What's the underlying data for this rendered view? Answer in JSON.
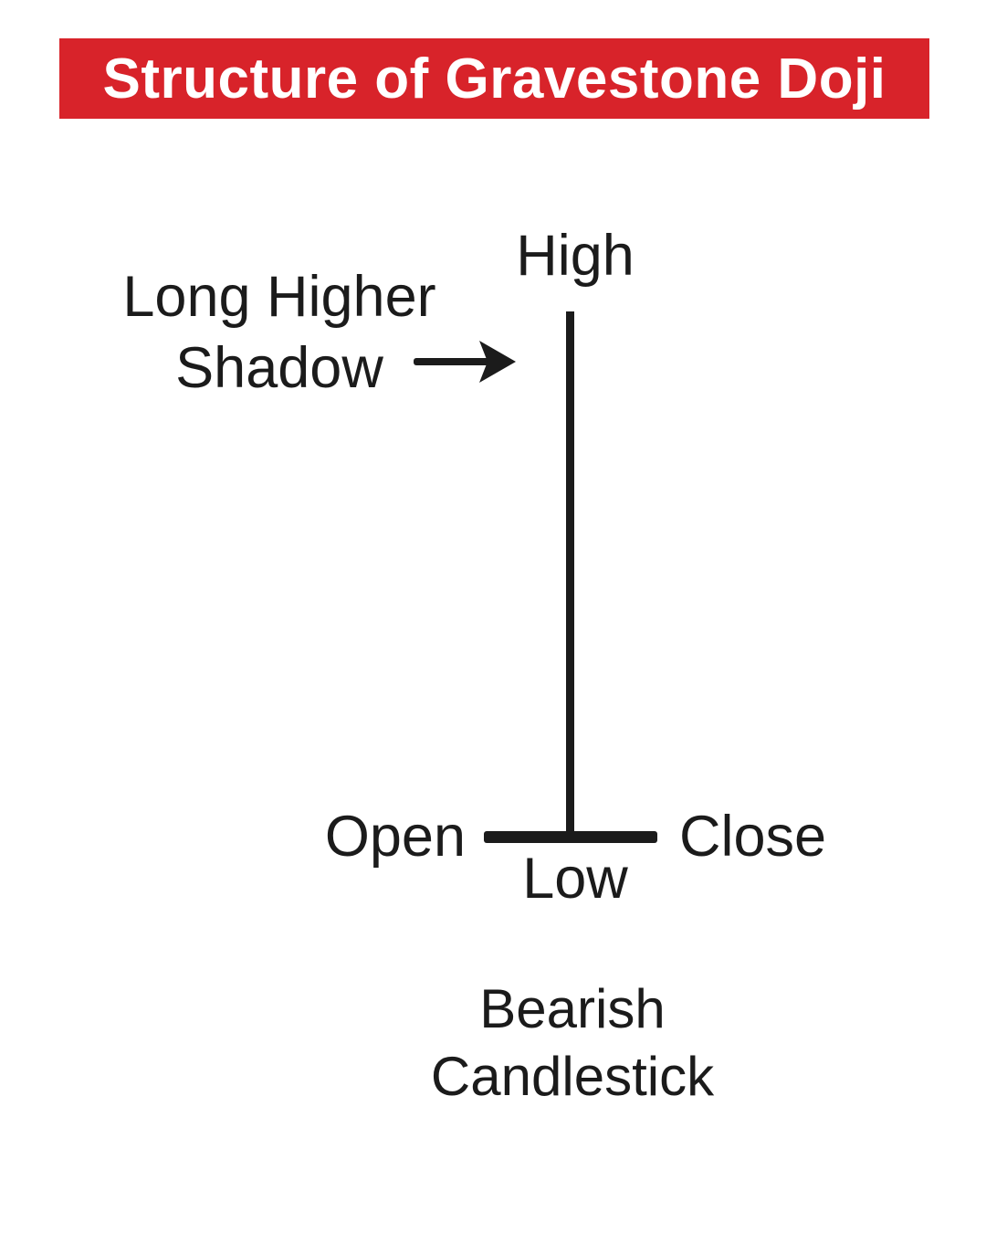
{
  "header": {
    "title": "Structure of Gravestone Doji"
  },
  "colors": {
    "banner_bg": "#d8232a",
    "banner_text": "#ffffff",
    "ink": "#1b1b1b"
  },
  "diagram": {
    "high_label": "High",
    "shadow_label": {
      "line1": "Long Higher",
      "line2": "Shadow"
    },
    "arrow_icon": "right-arrow",
    "open_label": "Open",
    "close_label": "Close",
    "low_label": "Low",
    "caption": {
      "line1": "Bearish",
      "line2": "Candlestick"
    }
  }
}
